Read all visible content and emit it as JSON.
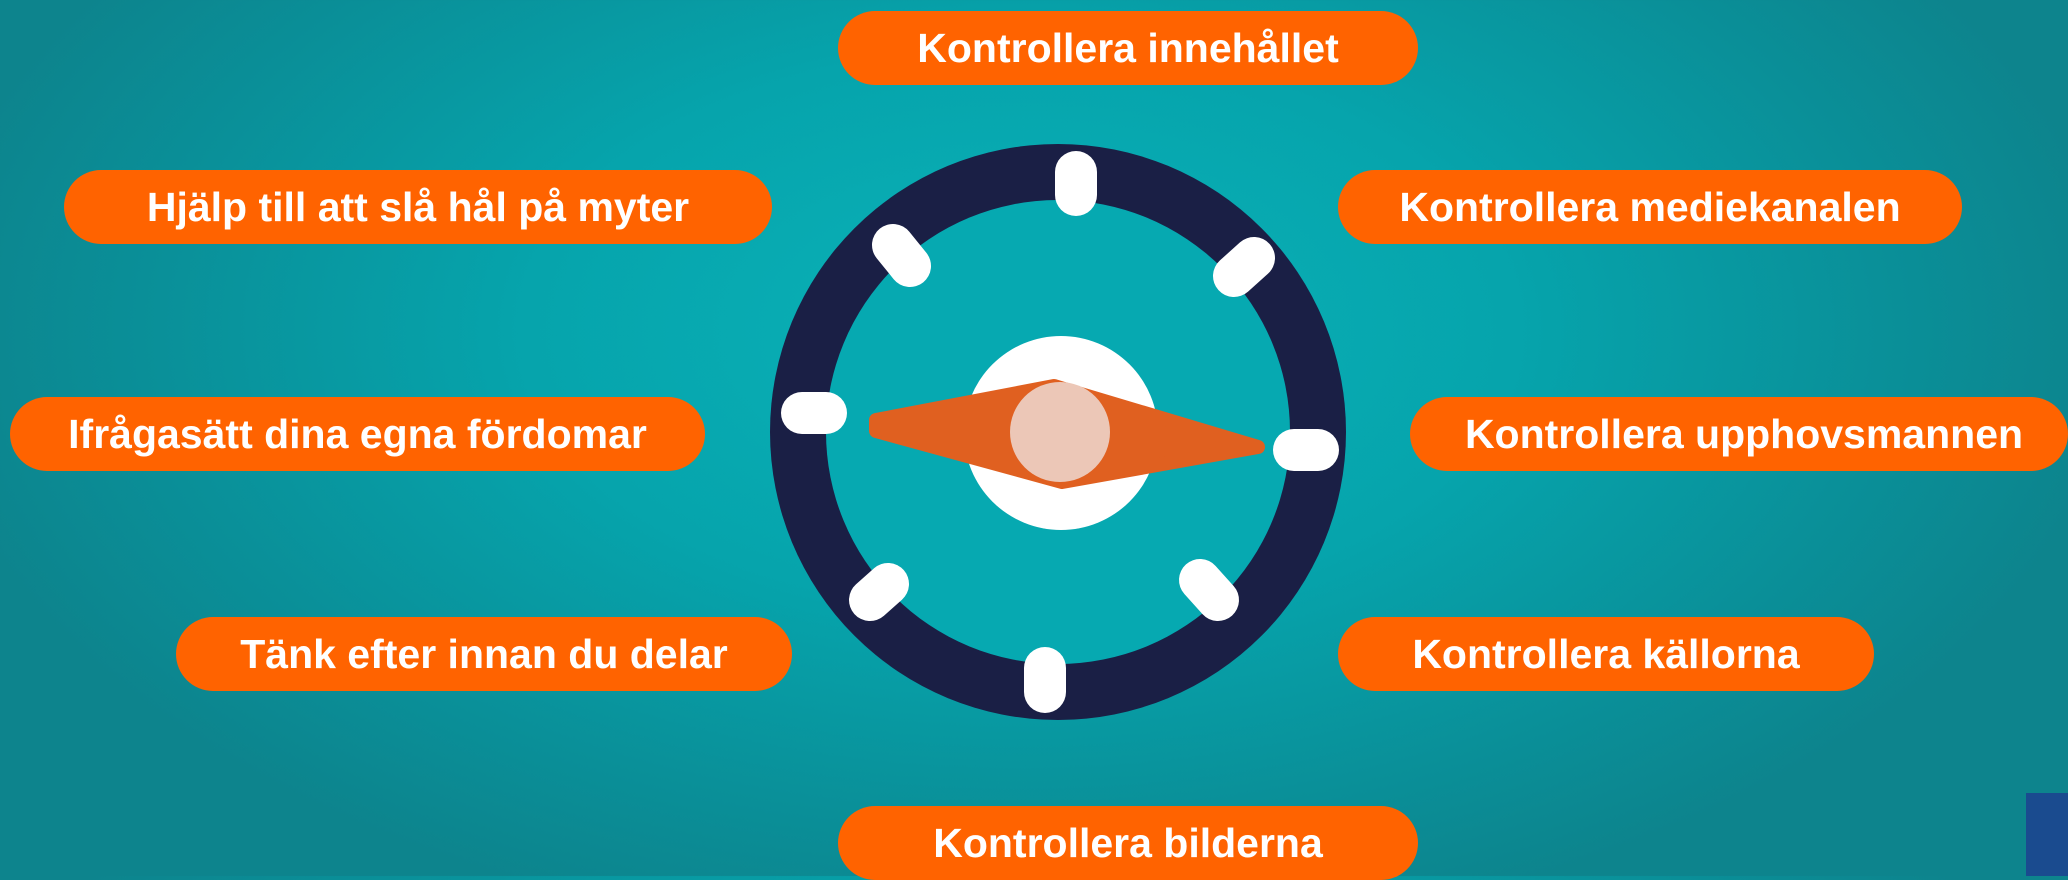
{
  "labels": {
    "top": "Kontrollera innehållet",
    "upper_left": "Hjälp till att slå hål på myter",
    "upper_right": "Kontrollera mediekanalen",
    "middle_left": "Ifrågasätt dina egna fördomar",
    "middle_right": "Kontrollera upphovsmannen",
    "lower_left": "Tänk efter innan du delar",
    "lower_right": "Kontrollera källorna",
    "bottom": "Kontrollera bilderna"
  },
  "colors": {
    "pill": "#ff6300",
    "pill_text": "#ffffff",
    "compass_ring": "#1a1f45",
    "compass_face": "#06a9b1",
    "tick": "#ffffff",
    "needle": "#e06020",
    "hub": "#ffffff",
    "pivot": "#ecc7b7"
  },
  "icons": {
    "center": "compass-icon"
  }
}
